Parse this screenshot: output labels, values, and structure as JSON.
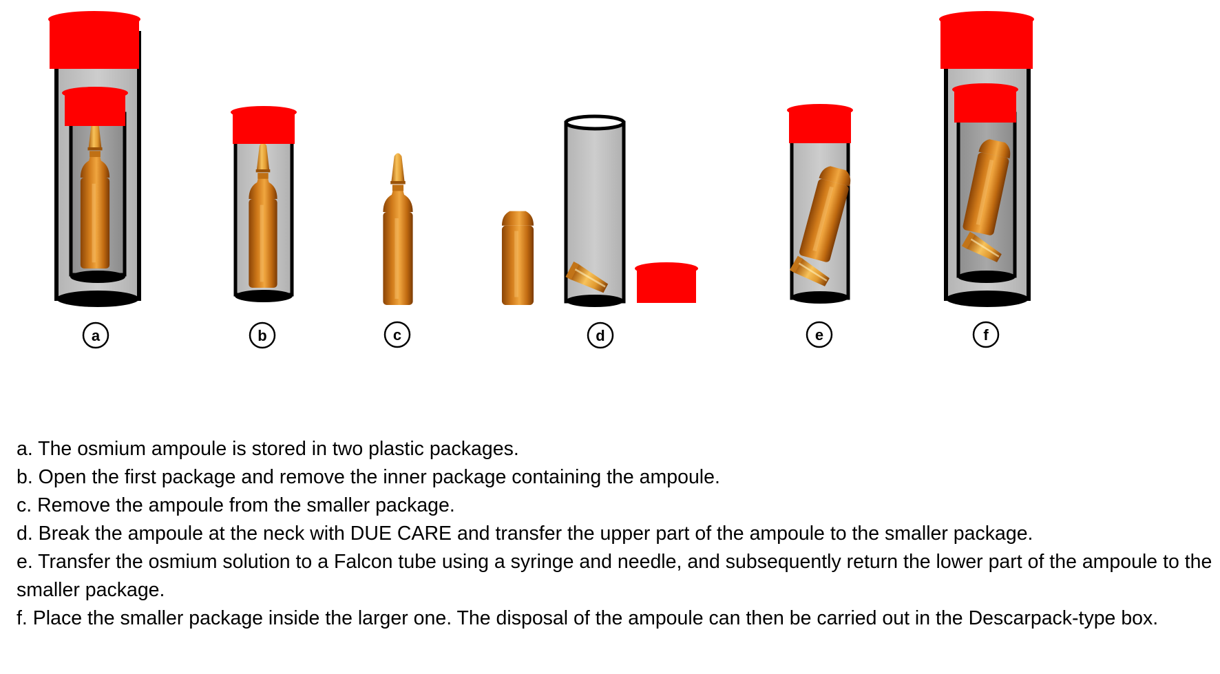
{
  "colors": {
    "cap_red": "#ff0000",
    "tube_gray": "#c6c6c6",
    "tube_outline": "#000000",
    "ampoule_amber": "#b8620c",
    "ampoule_highlight": "#f3b24a",
    "ampoule_dark": "#7a3a05"
  },
  "panels": [
    {
      "id": "a",
      "label": "a",
      "depiction": "ampoule inside small package inside large package, both capped"
    },
    {
      "id": "b",
      "label": "b",
      "depiction": "ampoule inside small capped package"
    },
    {
      "id": "c",
      "label": "c",
      "depiction": "ampoule removed"
    },
    {
      "id": "d",
      "label": "d",
      "depiction": "ampoule lower part beside open package containing the ampoule tip; cap removed"
    },
    {
      "id": "e",
      "label": "e",
      "depiction": "both ampoule parts inside small capped package"
    },
    {
      "id": "f",
      "label": "f",
      "depiction": "small package with ampoule parts inside large capped package"
    }
  ],
  "steps": [
    "a. The osmium ampoule is stored in two plastic packages.",
    "b. Open the first package and remove the inner package containing the ampoule.",
    "c. Remove the ampoule from the smaller package.",
    "d. Break the ampoule at the neck with DUE CARE and transfer the upper part of the ampoule to the smaller package.",
    "e. Transfer the osmium solution to a Falcon tube using a syringe and needle, and subsequently return the lower part of the ampoule to the smaller package.",
    "f. Place the smaller package inside the larger one. The disposal of the ampoule can then be carried out in the Descarpack-type box."
  ]
}
